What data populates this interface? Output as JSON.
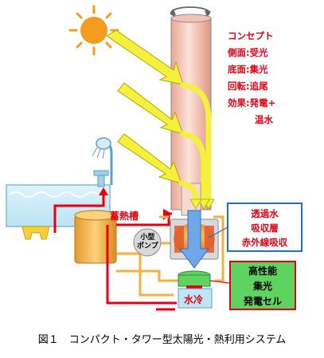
{
  "concept": {
    "title": "コンセプト",
    "items": [
      "側面:受光",
      "底面:集光",
      "回転:追尾",
      "効果:発電+"
    ],
    "continuation": "温水"
  },
  "labels": {
    "heat_storage": "蓄熱槽",
    "pump_line1": "小型",
    "pump_line2": "ポンプ",
    "water_cooling": "水冷"
  },
  "blue_box": {
    "lines": [
      "透過水",
      "吸収層",
      "赤外線吸収"
    ]
  },
  "green_box": {
    "lines": [
      "高性能",
      "集光",
      "発電セル"
    ]
  },
  "caption": "図１　コンパクト・タワー型太陽光・熱利用システム",
  "colors": {
    "accent_red": "#e60012",
    "arrow_yellow": "#f5f03c",
    "pipe_orange": "#f5b041",
    "tower_pink": "#f7c9b8",
    "box_blue_border": "#1e6fd0",
    "cell_green": "#5fd35f"
  }
}
